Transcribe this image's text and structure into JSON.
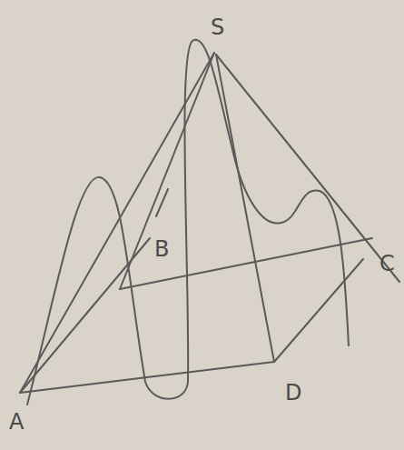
{
  "diagram": {
    "labels": [
      "S",
      "B",
      "C",
      "D",
      "A"
    ]
  }
}
